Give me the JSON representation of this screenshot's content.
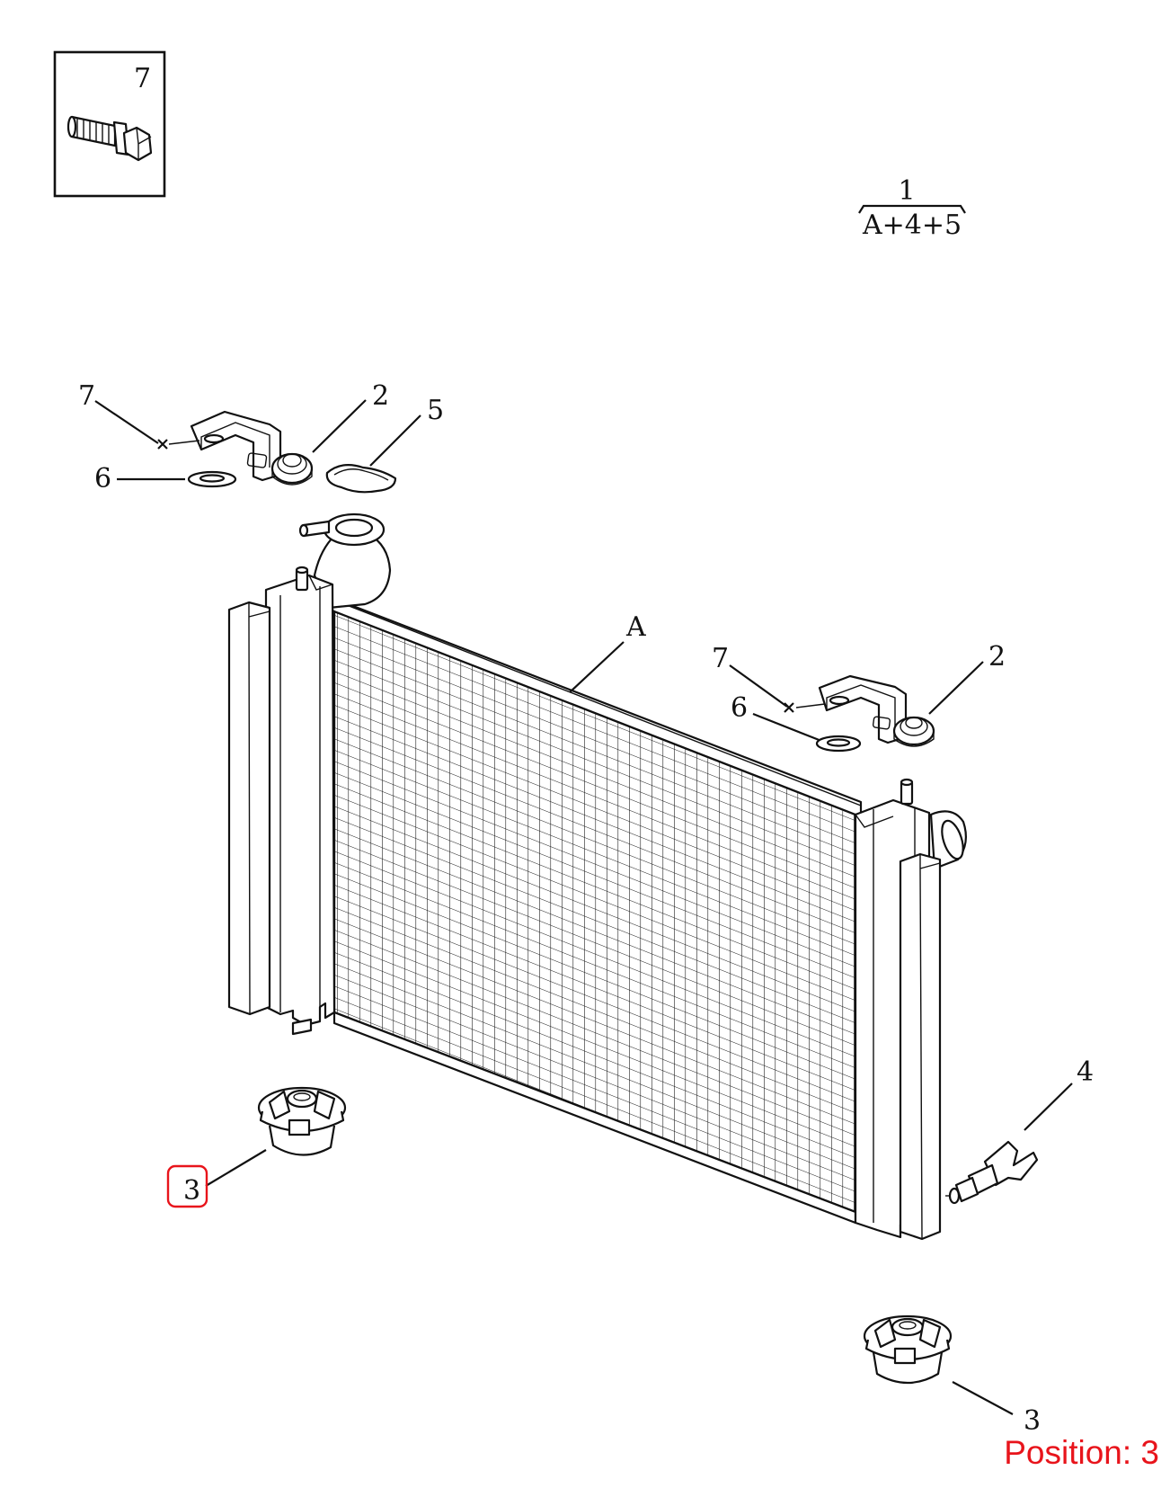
{
  "inset": {
    "label": "7"
  },
  "assembly": {
    "number": "1",
    "composition": "A+4+5"
  },
  "callouts": {
    "c7_left": "7",
    "c2_left": "2",
    "c5": "5",
    "c6_left": "6",
    "cA": "A",
    "c7_right": "7",
    "c2_right": "2",
    "c6_right": "6",
    "c4": "4",
    "c3_left": "3",
    "c3_right": "3"
  },
  "highlight": {
    "position_text": "Position: 3",
    "color": "#e8141b"
  }
}
